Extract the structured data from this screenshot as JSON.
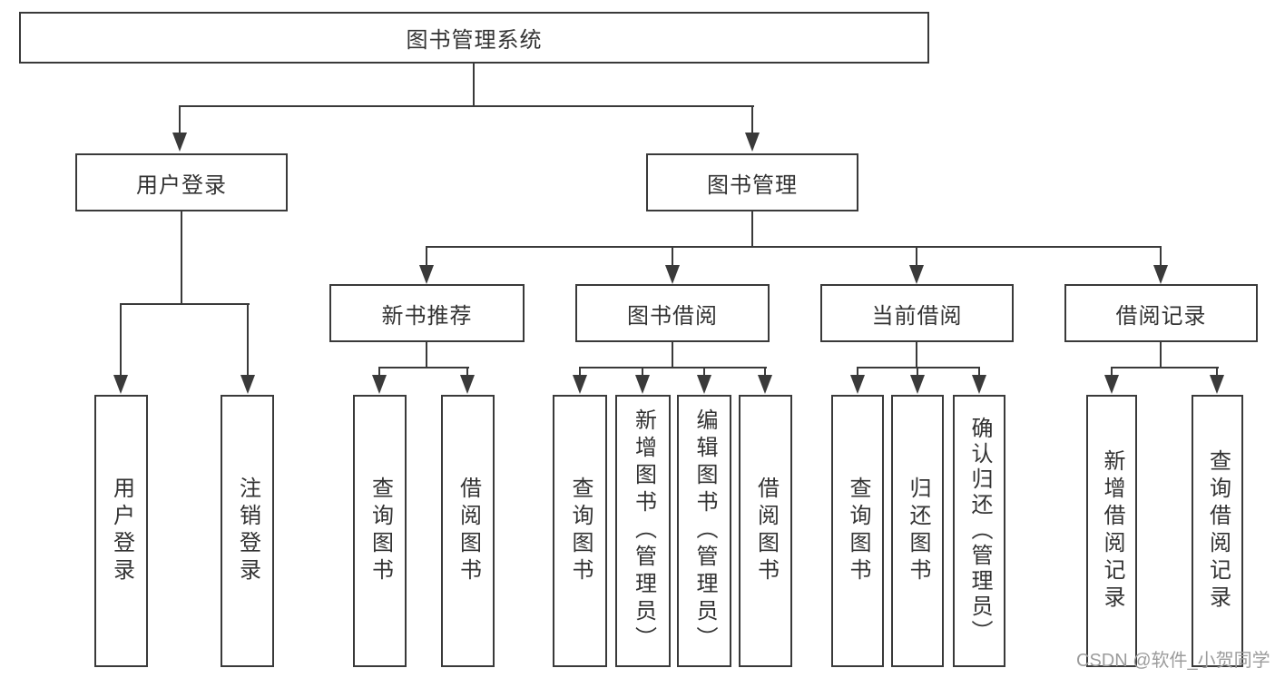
{
  "nodes": {
    "root": "图书管理系统",
    "l2": [
      "用户登录",
      "图书管理"
    ],
    "l3": [
      "新书推荐",
      "图书借阅",
      "当前借阅",
      "借阅记录"
    ],
    "leaves": [
      "用户登录",
      "注销登录",
      "查询图书",
      "借阅图书",
      "查询图书",
      "新增图书（管理员）",
      "编辑图书（管理员）",
      "借阅图书",
      "查询图书",
      "归还图书",
      "确认归还（管理员）",
      "新增借阅记录",
      "查询借阅记录"
    ]
  },
  "hierarchy": {
    "图书管理系统": {
      "用户登录": [
        "用户登录",
        "注销登录"
      ],
      "图书管理": {
        "新书推荐": [
          "查询图书",
          "借阅图书"
        ],
        "图书借阅": [
          "查询图书",
          "新增图书（管理员）",
          "编辑图书（管理员）",
          "借阅图书"
        ],
        "当前借阅": [
          "查询图书",
          "归还图书",
          "确认归还（管理员）"
        ],
        "借阅记录": [
          "新增借阅记录",
          "查询借阅记录"
        ]
      }
    }
  },
  "watermark": "CSDN @软件_小贺同学",
  "colors": {
    "line": "#3a3a3a",
    "text": "#333333",
    "watermark": "#9c9c9c",
    "background": "#ffffff"
  }
}
